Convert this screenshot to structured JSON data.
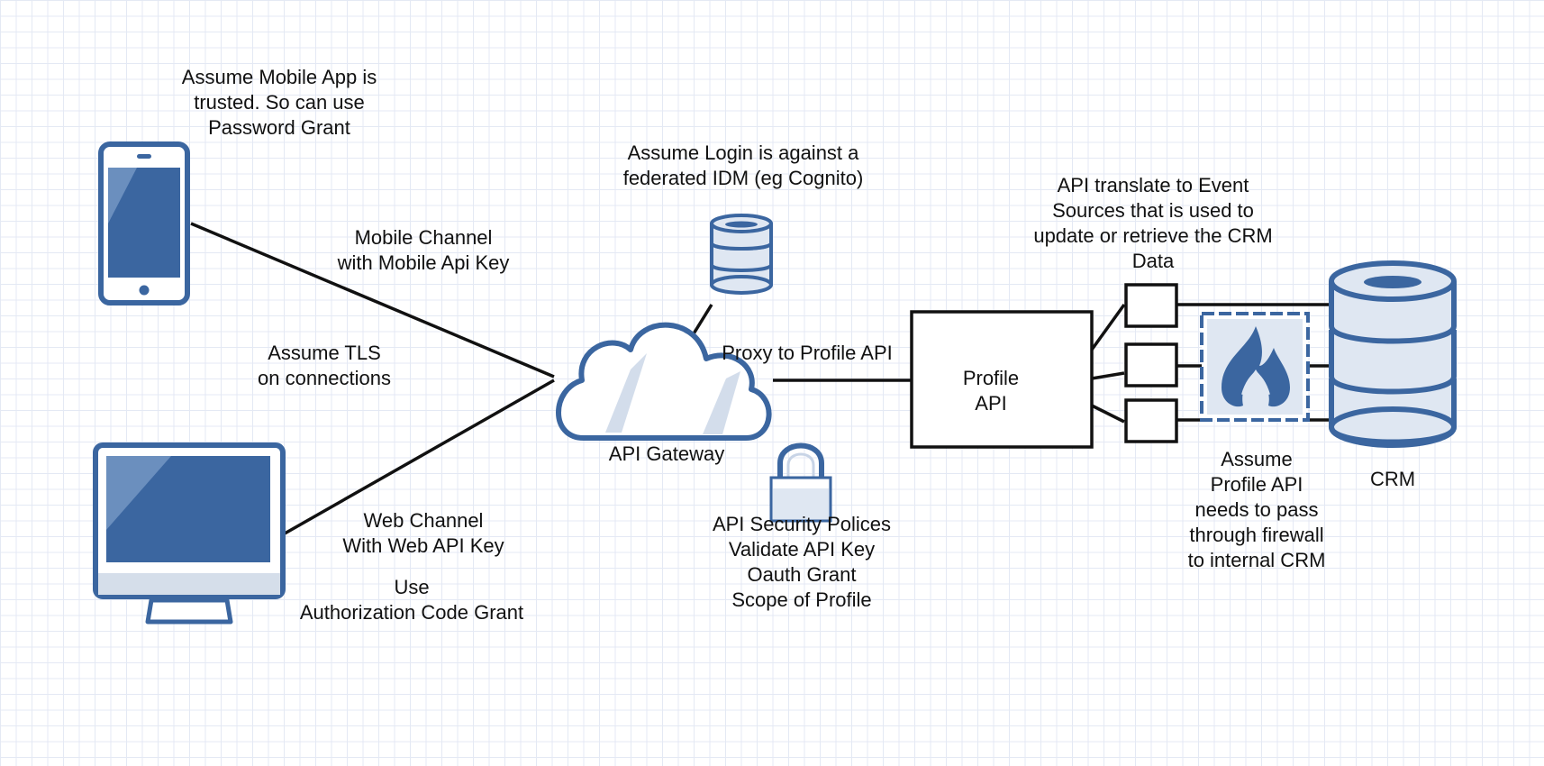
{
  "diagram": {
    "colors": {
      "icon_blue": "#3b66a0",
      "icon_fill_light": "#e8eef7",
      "line": "#111111",
      "grid": "#e4e9f4"
    },
    "notes": {
      "mobile_trust": "Assume Mobile App is\ntrusted. So can use\nPassword Grant",
      "login_idm": "Assume Login is against a\nfederated IDM (eg Cognito)",
      "event_sources": "API translate to Event\nSources that is used to\nupdate or retrieve the CRM\nData",
      "mobile_channel": "Mobile Channel\nwith Mobile Api Key",
      "tls": "Assume TLS\non connections",
      "proxy": "Proxy to Profile API",
      "api_gateway": "API Gateway",
      "web_channel": "Web Channel\nWith Web API Key",
      "auth_code": "Use\nAuthorization Code Grant",
      "security_policies": "API Security Polices\nValidate API Key\nOauth Grant\nScope of Profile",
      "firewall": "Assume\nProfile API\nneeds to pass\nthrough firewall\nto internal CRM",
      "crm": "CRM"
    },
    "nodes": {
      "profile_api": "Profile\nAPI"
    },
    "icons": {
      "mobile": "smartphone-icon",
      "desktop": "desktop-monitor-icon",
      "cloud": "cloud-icon",
      "idm_db": "database-icon",
      "lock": "padlock-icon",
      "firewall": "firewall-icon",
      "crm_db": "database-icon"
    }
  }
}
